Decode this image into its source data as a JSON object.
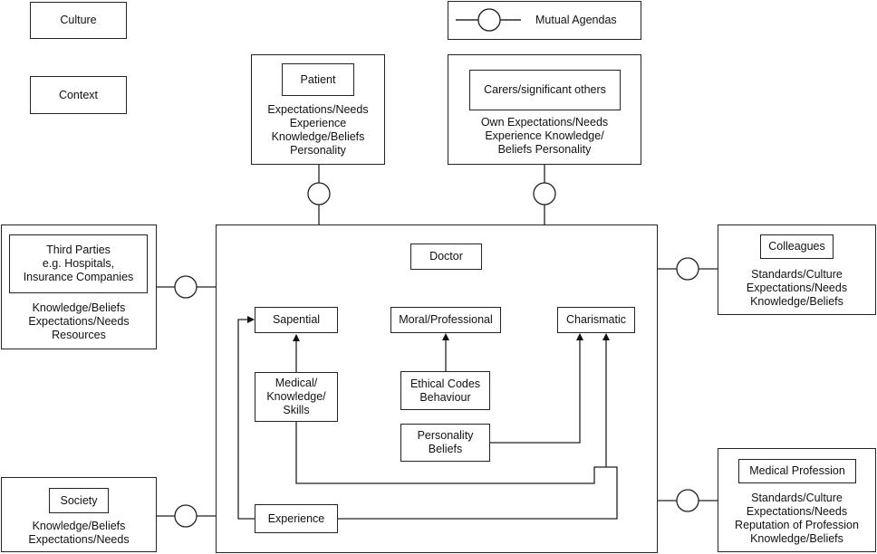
{
  "legend": {
    "culture": "Culture",
    "context": "Context",
    "mutual_agendas": "Mutual Agendas"
  },
  "patient": {
    "title": "Patient",
    "details": "Expectations/Needs\nExperience\nKnowledge/Beliefs\nPersonality"
  },
  "carers": {
    "title": "Carers/significant others",
    "details": "Own Expectations/Needs\nExperience Knowledge/\nBeliefs Personality"
  },
  "third_parties": {
    "title": "Third Parties\ne.g. Hospitals,\nInsurance Companies",
    "details": "Knowledge/Beliefs\nExpectations/Needs\nResources"
  },
  "colleagues": {
    "title": "Colleagues",
    "details": "Standards/Culture\nExpectations/Needs\nKnowledge/Beliefs"
  },
  "society": {
    "title": "Society",
    "details": "Knowledge/Beliefs\nExpectations/Needs"
  },
  "medical_profession": {
    "title": "Medical Profession",
    "details": "Standards/Culture\nExpectations/Needs\nReputation of Profession\nKnowledge/Beliefs"
  },
  "doctor": {
    "title": "Doctor",
    "sapential": "Sapential",
    "moral": "Moral/Professional",
    "charismatic": "Charismatic",
    "medical_knowledge": "Medical/\nKnowledge/\nSkills",
    "ethical_codes": "Ethical Codes\nBehaviour",
    "personality": "Personality\nBeliefs",
    "experience": "Experience"
  }
}
